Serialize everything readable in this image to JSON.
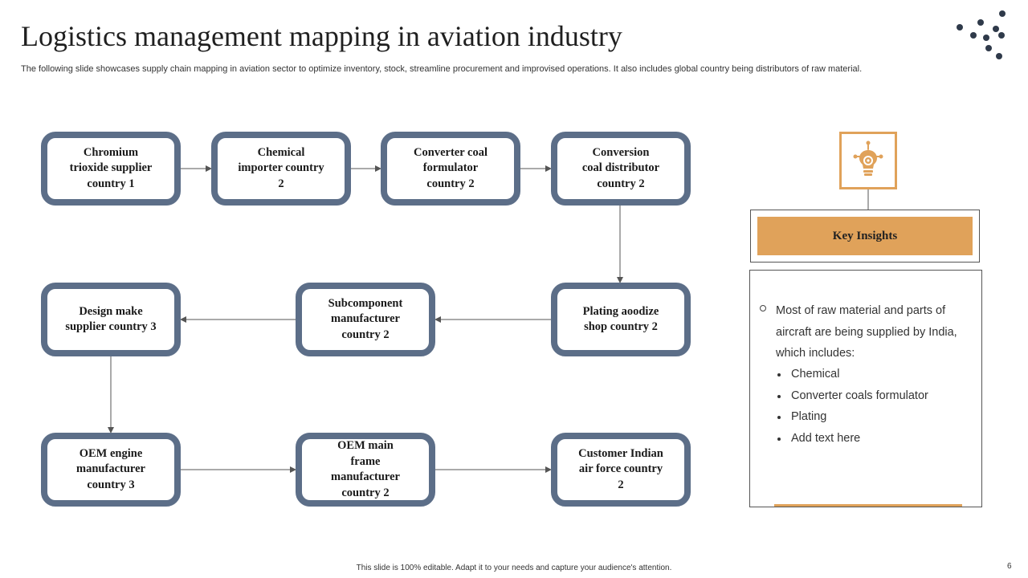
{
  "title": "Logistics management mapping in aviation industry",
  "subtitle": "The following slide showcases supply chain mapping in aviation sector to optimize inventory,  stock, streamline procurement and improvised operations. It also includes global country being distributors of raw material.",
  "colors": {
    "node_border": "#5c6e88",
    "accent": "#e0a25a",
    "connector": "#555555",
    "dots": "#2f3a4a"
  },
  "flow_nodes": [
    {
      "id": "n1",
      "label": "Chromium\ntrioxide supplier\ncountry  1"
    },
    {
      "id": "n2",
      "label": "Chemical\nimporter  country\n2"
    },
    {
      "id": "n3",
      "label": "Converter coal\nformulator\ncountry  2"
    },
    {
      "id": "n4",
      "label": "Conversion\ncoal distributor\ncountry  2"
    },
    {
      "id": "n5",
      "label": "Plating  aoodize\nshop country  2"
    },
    {
      "id": "n6",
      "label": "Subcomponent\nmanufacturer\ncountry  2"
    },
    {
      "id": "n7",
      "label": "Design make\nsupplier  country  3"
    },
    {
      "id": "n8",
      "label": "OEM engine\nmanufacturer\ncountry  3"
    },
    {
      "id": "n9",
      "label": "OEM main\nframe\nmanufacturer\ncountry  2"
    },
    {
      "id": "n10",
      "label": "Customer Indian\nair force country\n2"
    }
  ],
  "edges": [
    {
      "from": "n1",
      "to": "n2"
    },
    {
      "from": "n2",
      "to": "n3"
    },
    {
      "from": "n3",
      "to": "n4"
    },
    {
      "from": "n4",
      "to": "n5"
    },
    {
      "from": "n5",
      "to": "n6"
    },
    {
      "from": "n6",
      "to": "n7"
    },
    {
      "from": "n7",
      "to": "n8"
    },
    {
      "from": "n8",
      "to": "n9"
    },
    {
      "from": "n9",
      "to": "n10"
    }
  ],
  "insights": {
    "icon": "lightbulb-gear-icon",
    "heading": "Key Insights",
    "intro": "Most of raw material and parts of aircraft are being supplied by India, which includes:",
    "items": [
      "Chemical",
      "Converter coals formulator",
      "Plating",
      "Add text here"
    ]
  },
  "footer": "This slide is 100% editable.  Adapt it to your needs and capture your audience's attention.",
  "page_number": "6"
}
